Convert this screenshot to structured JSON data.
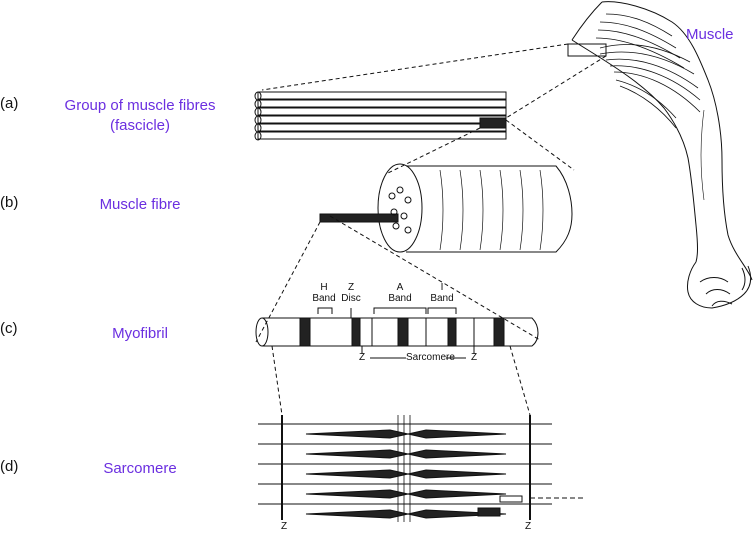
{
  "labels": {
    "muscle": "Muscle",
    "a": {
      "letter": "(a)",
      "name_line1": "Group of muscle fibres",
      "name_line2": "(fascicle)"
    },
    "b": {
      "letter": "(b)",
      "name": "Muscle fibre"
    },
    "c": {
      "letter": "(c)",
      "name": "Myofibril"
    },
    "d": {
      "letter": "(d)",
      "name": "Sarcomere"
    }
  },
  "myofibril_labels": {
    "h_band": [
      "H",
      "Band"
    ],
    "z_disc": [
      "Z",
      "Disc"
    ],
    "a_band": [
      "A",
      "Band"
    ],
    "i_band": [
      "I",
      "Band"
    ],
    "sarcomere": "Sarcomere",
    "z_left": "Z",
    "z_right": "Z"
  },
  "sarcomere_labels": {
    "z_left": "Z",
    "z_right": "Z"
  },
  "colors": {
    "label": "#6b2fe0",
    "ink": "#111111"
  }
}
